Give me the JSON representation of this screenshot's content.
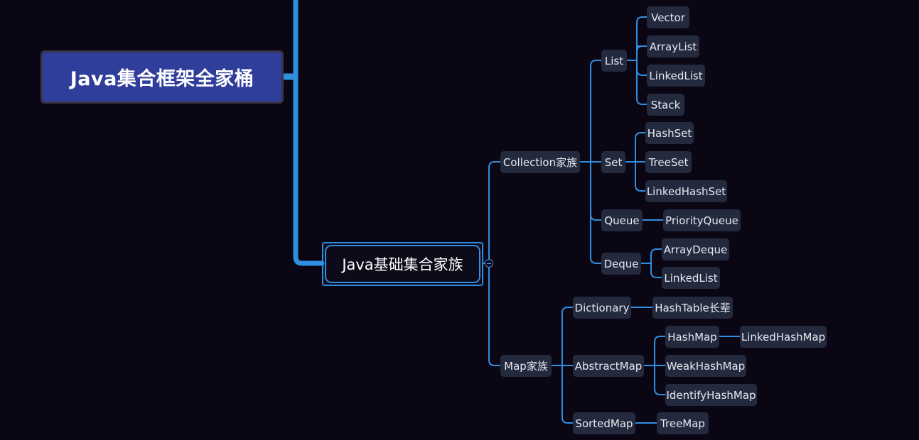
{
  "colors": {
    "background": "#0b0614",
    "root_fill": "#2f3d9b",
    "branch_line": "#2f8fe0",
    "node_fill": "#232a3e",
    "node_text": "#e6e9f0"
  },
  "mindmap": {
    "root": "Java集合框架全家桶",
    "main": "Java基础集合家族",
    "collection": {
      "label": "Collection家族",
      "list": {
        "label": "List",
        "children": [
          "Vector",
          "ArrayList",
          "LinkedList",
          "Stack"
        ]
      },
      "set": {
        "label": "Set",
        "children": [
          "HashSet",
          "TreeSet",
          "LinkedHashSet"
        ]
      },
      "queue": {
        "label": "Queue",
        "children": [
          "PriorityQueue"
        ]
      },
      "deque": {
        "label": "Deque",
        "children": [
          "ArrayDeque",
          "LinkedList"
        ]
      }
    },
    "map": {
      "label": "Map家族",
      "dictionary": {
        "label": "Dictionary",
        "children": [
          "HashTable长辈"
        ]
      },
      "abstract_map": {
        "label": "AbstractMap",
        "hashmap": "HashMap",
        "linked_hashmap": "LinkedHashMap",
        "weak_hashmap": "WeakHashMap",
        "identify_hashmap": "IdentifyHashMap"
      },
      "sorted_map": {
        "label": "SortedMap",
        "children": [
          "TreeMap"
        ]
      }
    }
  }
}
